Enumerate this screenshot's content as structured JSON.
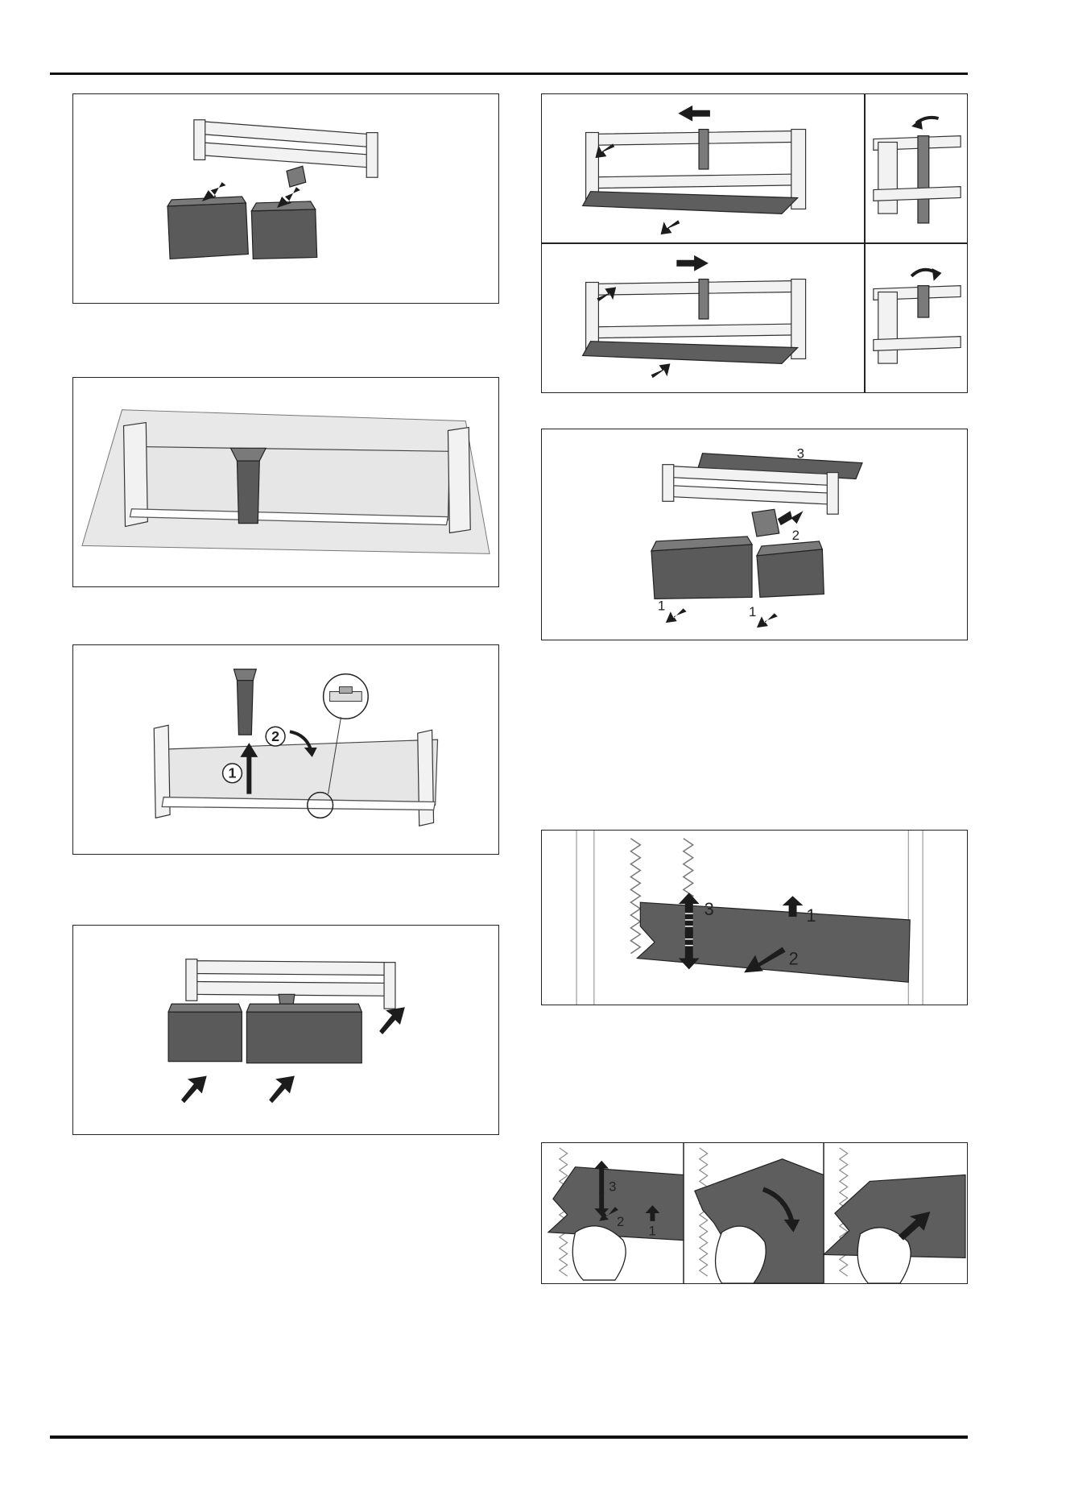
{
  "figures": {
    "fig_b": {
      "step_labels": [
        "1",
        "2"
      ]
    },
    "fig_f": {
      "step_labels": [
        "3",
        "2",
        "1",
        "1"
      ]
    },
    "fig_g": {
      "step_labels": [
        "3",
        "1",
        "2"
      ]
    },
    "fig_h": {
      "step_labels": [
        "3",
        "2",
        "1"
      ]
    }
  },
  "colors": {
    "rule": "#111111",
    "part_dark": "#5e5e5e",
    "glass": "#e6e6e6"
  }
}
